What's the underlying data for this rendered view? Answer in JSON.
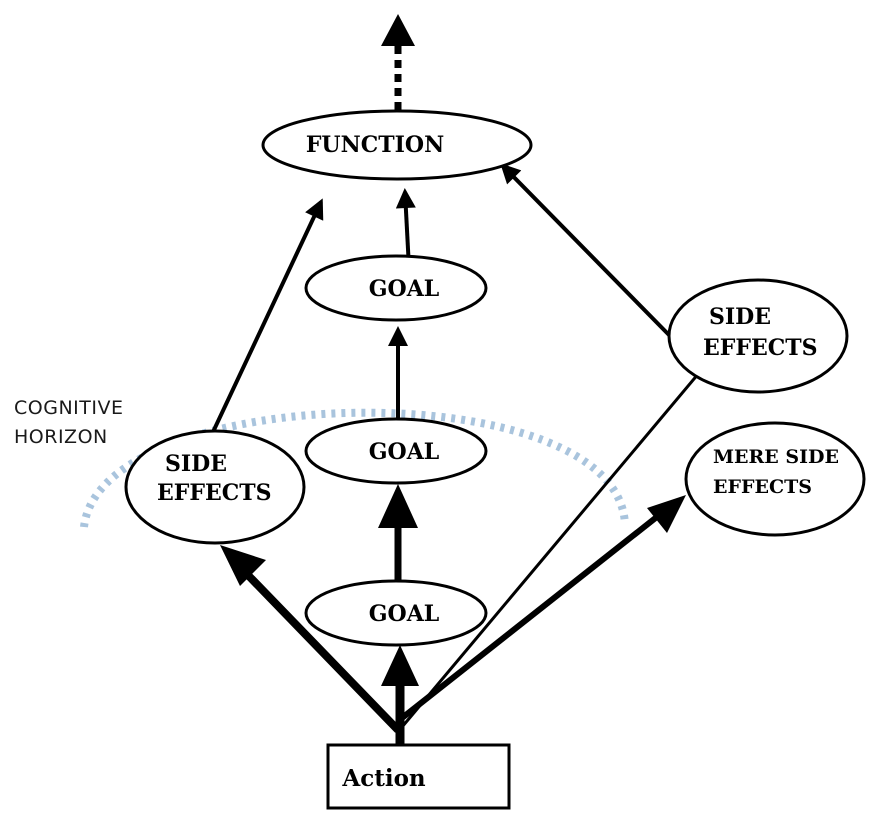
{
  "diagram": {
    "function_label": "FUNCTION",
    "goal_top_label": "GOAL",
    "goal_middle_label": "GOAL",
    "goal_bottom_label": "GOAL",
    "side_effects_left": {
      "line1": "SIDE",
      "line2": "EFFECTS"
    },
    "side_effects_right": {
      "line1": "SIDE",
      "line2": "EFFECTS"
    },
    "mere_side_effects": {
      "line1": "MERE SIDE",
      "line2": "EFFECTS"
    },
    "action_label": "Action",
    "cognitive_horizon": {
      "line1": "COGNITIVE",
      "line2": "HORIZON"
    }
  },
  "colors": {
    "ink": "#000000",
    "horizon_dots": "#a9c4dd",
    "background": "#ffffff"
  }
}
